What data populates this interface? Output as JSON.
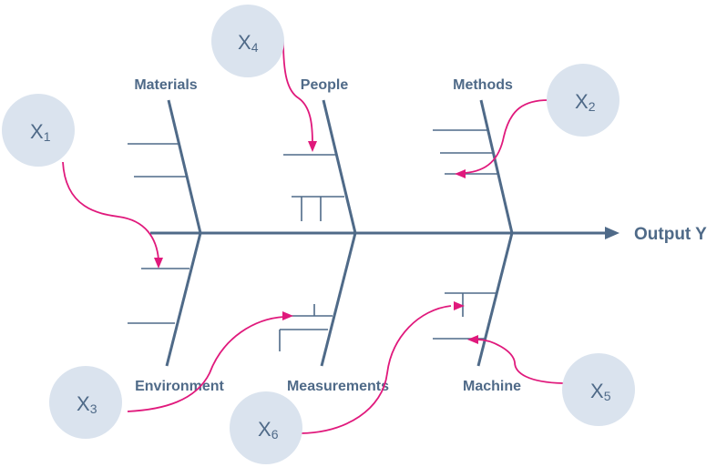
{
  "diagram": {
    "type": "fishbone",
    "output": "Output Y",
    "categories": {
      "top": [
        "Materials",
        "People",
        "Methods"
      ],
      "bottom": [
        "Environment",
        "Measurements",
        "Machine"
      ]
    },
    "inputs": [
      {
        "letter": "X",
        "sub": "1"
      },
      {
        "letter": "X",
        "sub": "2"
      },
      {
        "letter": "X",
        "sub": "3"
      },
      {
        "letter": "X",
        "sub": "4"
      },
      {
        "letter": "X",
        "sub": "5"
      },
      {
        "letter": "X",
        "sub": "6"
      }
    ],
    "colors": {
      "line": "#4f6a88",
      "circle": "#dae3ee",
      "arrow": "#e0197c"
    }
  }
}
